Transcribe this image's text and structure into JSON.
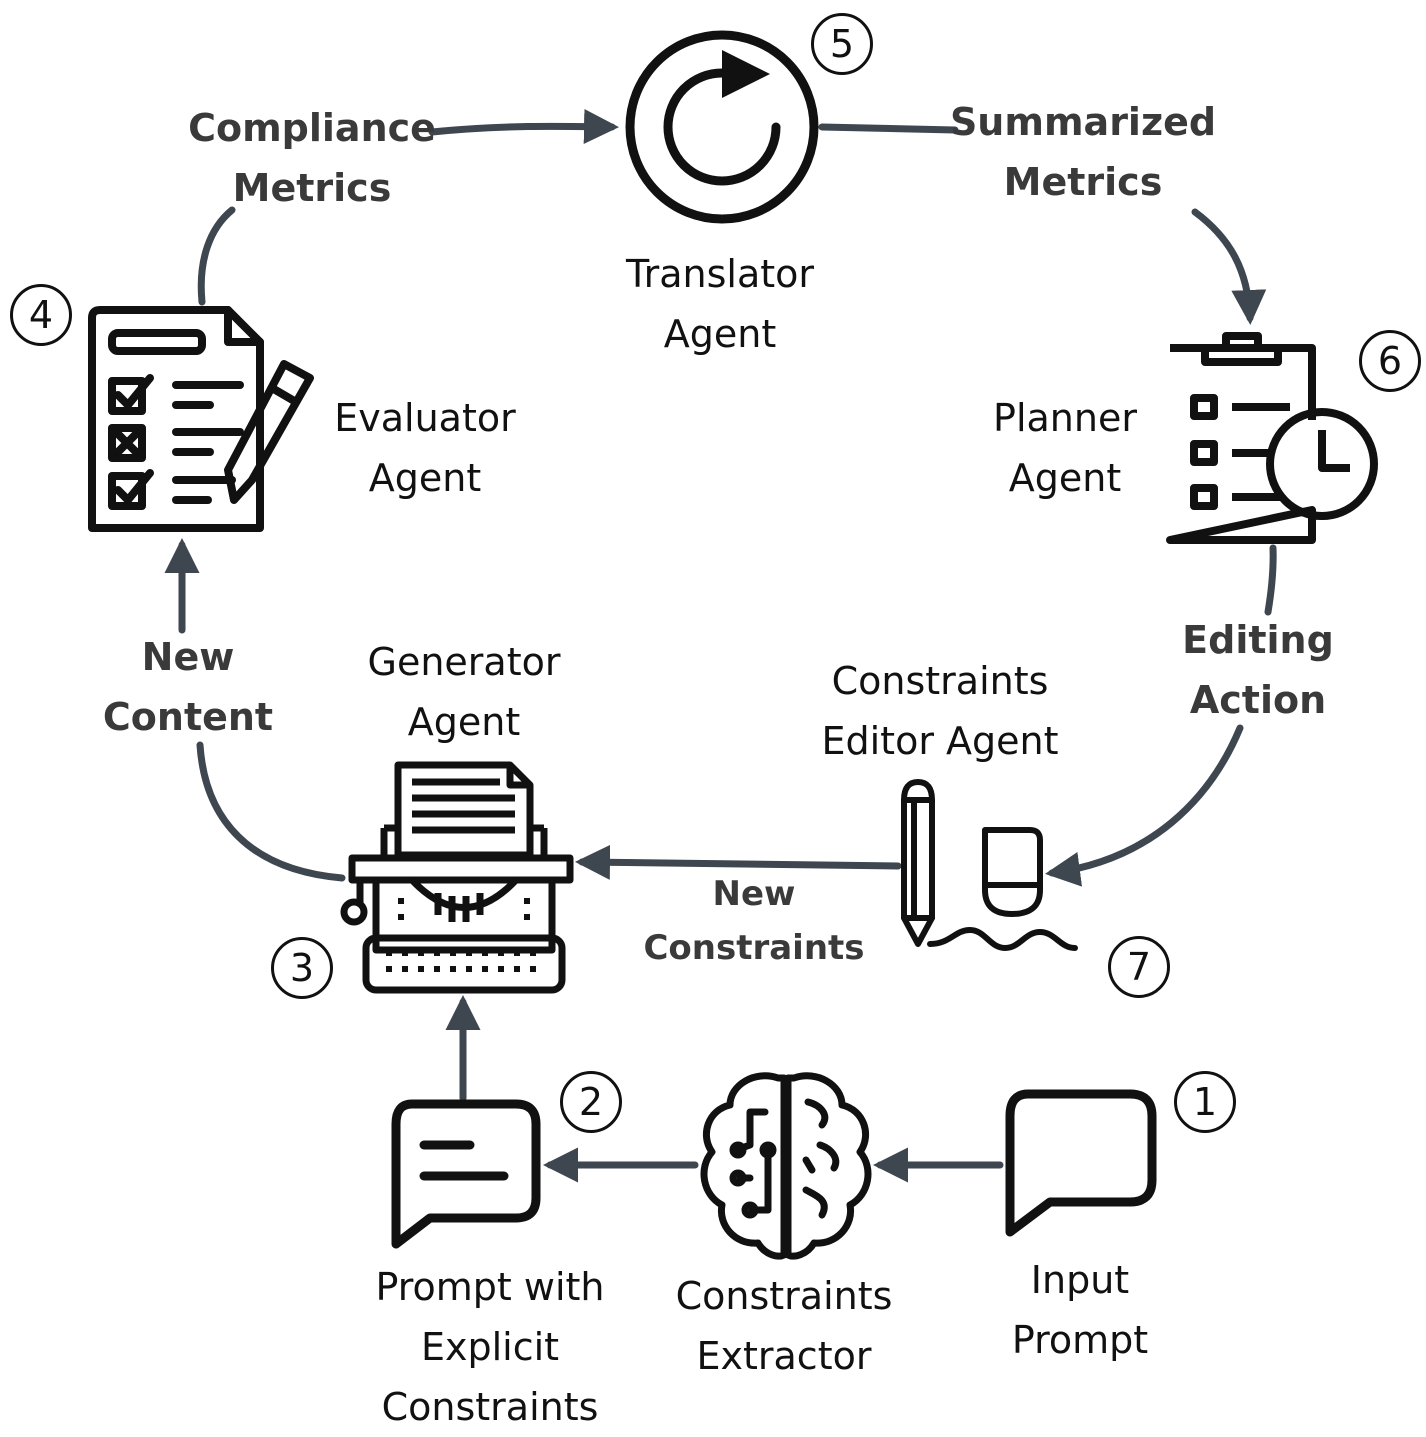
{
  "colors": {
    "arrow": "#3e4650",
    "icon": "#111111",
    "text": "#111111",
    "edge_text": "#3a3a3a"
  },
  "nodes": {
    "input_prompt": {
      "step": "1",
      "icon": "speech-bubble-icon",
      "lines": [
        "Input",
        "Prompt"
      ]
    },
    "extractor": {
      "icon": "brain-circuit-icon",
      "lines": [
        "Constraints",
        "Extractor"
      ]
    },
    "prompt_explicit": {
      "step": "2",
      "icon": "chat-message-icon",
      "lines": [
        "Prompt with",
        "Explicit",
        "Constraints"
      ]
    },
    "generator": {
      "step": "3",
      "icon": "typewriter-icon",
      "lines": [
        "Generator",
        "Agent"
      ]
    },
    "evaluator": {
      "step": "4",
      "icon": "checklist-pencil-icon",
      "lines": [
        "Evaluator",
        "Agent"
      ]
    },
    "translator": {
      "step": "5",
      "icon": "refresh-icon",
      "lines": [
        "Translator",
        "Agent"
      ]
    },
    "planner": {
      "step": "6",
      "icon": "clipboard-clock-icon",
      "lines": [
        "Planner",
        "Agent"
      ]
    },
    "editor": {
      "step": "7",
      "icon": "pencil-eraser-icon",
      "lines": [
        "Constraints",
        "Editor Agent"
      ]
    }
  },
  "edges": {
    "new_content": [
      "New",
      "Content"
    ],
    "compliance": [
      "Compliance",
      "Metrics"
    ],
    "summarized": [
      "Summarized",
      "Metrics"
    ],
    "editing_action": [
      "Editing",
      "Action"
    ],
    "new_constraints": [
      "New",
      "Constraints"
    ]
  }
}
